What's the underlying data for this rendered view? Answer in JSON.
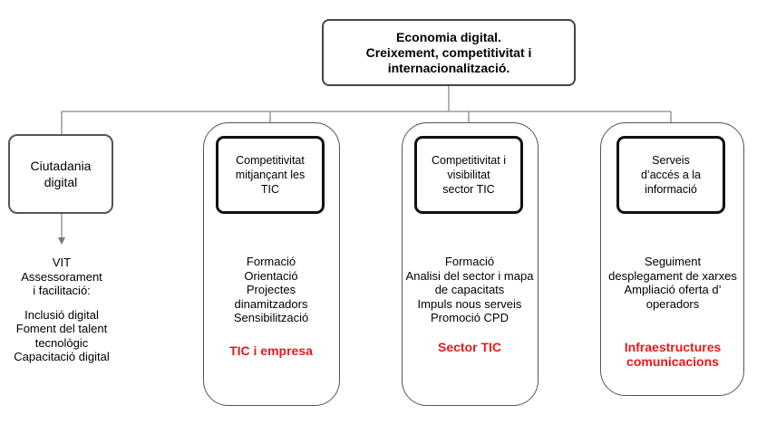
{
  "root": {
    "lines": [
      "Economia digital.",
      "Creixement, competitivitat i",
      "internacionalització."
    ]
  },
  "branches": [
    {
      "box_lines": [
        "Ciutadania",
        "digital"
      ],
      "items": [
        "VIT",
        "Assessorament",
        "i facilitació:",
        "",
        "Inclusió digital",
        "Foment del talent",
        "tecnològic",
        "Capacitació digital"
      ],
      "area": ""
    },
    {
      "box_lines": [
        "Competitivitat",
        "mitjançant les",
        "TIC"
      ],
      "items": [
        "Formació",
        "Orientació",
        "Projectes",
        "dinamitzadors",
        "Sensibilització"
      ],
      "area": "TIC i empresa"
    },
    {
      "box_lines": [
        "Competitivitat i",
        "visibilitat",
        "sector TIC"
      ],
      "items": [
        "Formació",
        "Analisi del sector i mapa",
        "de capacitats",
        "Impuls nous serveis",
        "Promoció CPD"
      ],
      "area": "Sector TIC"
    },
    {
      "box_lines": [
        "Serveis",
        "d’accés a la",
        "informació"
      ],
      "items": [
        "Seguiment",
        "desplegament de xarxes",
        "Ampliació oferta d’",
        "operadors"
      ],
      "area": "Infraestructures comunicacions"
    }
  ],
  "colors": {
    "accent": "#e8191b",
    "line": "#888888",
    "border": "#111111"
  }
}
